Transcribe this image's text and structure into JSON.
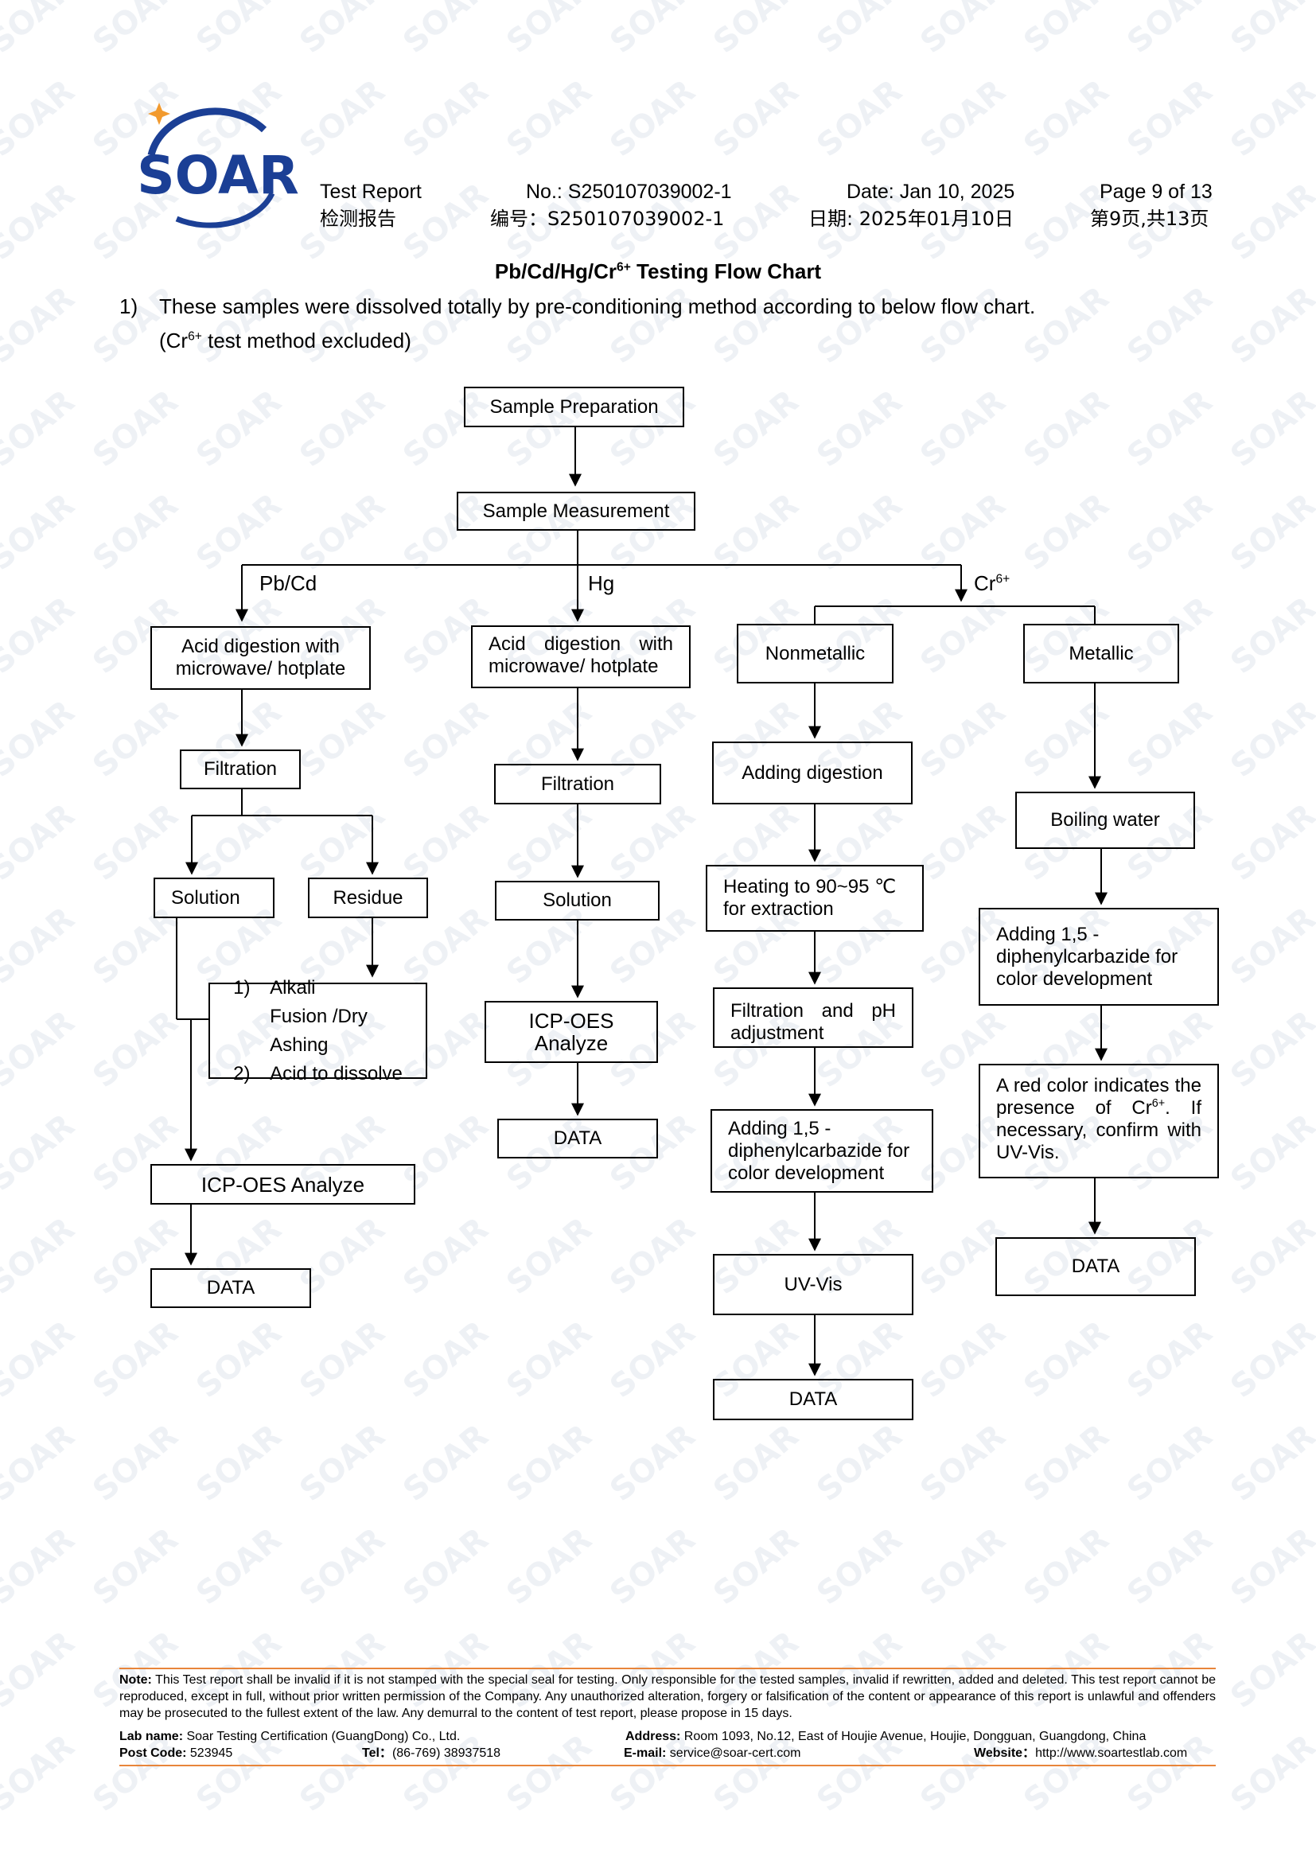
{
  "watermark": {
    "text": "SOAR"
  },
  "brand": {
    "logo_text": "SOAR",
    "primary_color": "#1b3f95",
    "accent_color": "#f29a2e",
    "rule_color": "#e8853a"
  },
  "header": {
    "report_en": "Test Report",
    "report_cn": "检测报告",
    "number_en": "No.: S250107039002-1",
    "number_cn": "编号：S250107039002-1",
    "date_en": "Date: Jan 10, 2025",
    "date_cn": "日期: 2025年01月10日",
    "page_en": "Page 9 of 13",
    "page_cn": "第9页,共13页"
  },
  "title": {
    "main": "Pb/Cd/Hg/Cr",
    "sup": "6+",
    "tail": " Testing Flow Chart"
  },
  "intro": {
    "number": "1)",
    "line1": "These samples were dissolved totally by pre-conditioning method according to below flow chart.",
    "line2_pre": "(Cr",
    "line2_sup": "6+",
    "line2_post": " test method excluded)"
  },
  "flow": {
    "sample_preparation": "Sample Preparation",
    "sample_measurement": "Sample Measurement",
    "branch_pbcd": "Pb/Cd",
    "branch_hg": "Hg",
    "branch_cr_pre": "Cr",
    "branch_cr_sup": "6+",
    "pbcd": {
      "acid_digestion": "Acid digestion with microwave/ hotplate",
      "filtration": "Filtration",
      "solution": "Solution",
      "residue": "Residue",
      "residue_step1_num": "1)",
      "residue_step1": "Alkali Fusion /Dry Ashing",
      "residue_step2_num": "2)",
      "residue_step2": "Acid to dissolve",
      "icp": "ICP-OES Analyze",
      "data": "DATA"
    },
    "hg": {
      "acid_digestion": "Acid digestion with microwave/ hotplate",
      "filtration": "Filtration",
      "solution": "Solution",
      "icp": "ICP-OES Analyze",
      "data": "DATA"
    },
    "nonmetallic": {
      "label": "Nonmetallic",
      "adding_digestion": "Adding digestion",
      "heating": "Heating to 90~95 ℃ for extraction",
      "filtration_ph": "Filtration and pH adjustment",
      "adding_dpc": "Adding 1,5 -diphenylcarbazide for color development",
      "uvvis": "UV-Vis",
      "data": "DATA"
    },
    "metallic": {
      "label": "Metallic",
      "boiling_water": "Boiling water",
      "adding_dpc": "Adding 1,5 -diphenylcarbazide for color development",
      "red_color_pre": "A red color indicates the presence of Cr",
      "red_color_sup": "6+",
      "red_color_post": ". If necessary, confirm with UV-Vis.",
      "data": "DATA"
    }
  },
  "footer": {
    "note_label": "Note:",
    "note_text": " This Test report shall be invalid if it is not stamped with the special seal for testing. Only responsible for the tested samples, invalid if rewritten, added and deleted. This test report cannot be reproduced, except in full, without prior written permission of the Company.  Any unauthorized alteration, forgery or falsification of the content or appearance of this report is unlawful and offenders may be prosecuted to the fullest extent of the law. Any demurral to the content of test report, please propose in 15 days.",
    "lab_label": "Lab name:",
    "lab_value": " Soar Testing Certification (GuangDong) Co., Ltd.",
    "address_label": "Address:",
    "address_value": " Room 1093, No.12, East of Houjie Avenue, Houjie, Dongguan, Guangdong, China",
    "post_label": "Post Code:",
    "post_value": " 523945",
    "tel_label": "Tel：",
    "tel_value": "(86-769) 38937518",
    "email_label": "E-mail:",
    "email_value": " service@soar-cert.com",
    "website_label": "Website：",
    "website_value": "http://www.soartestlab.com"
  }
}
